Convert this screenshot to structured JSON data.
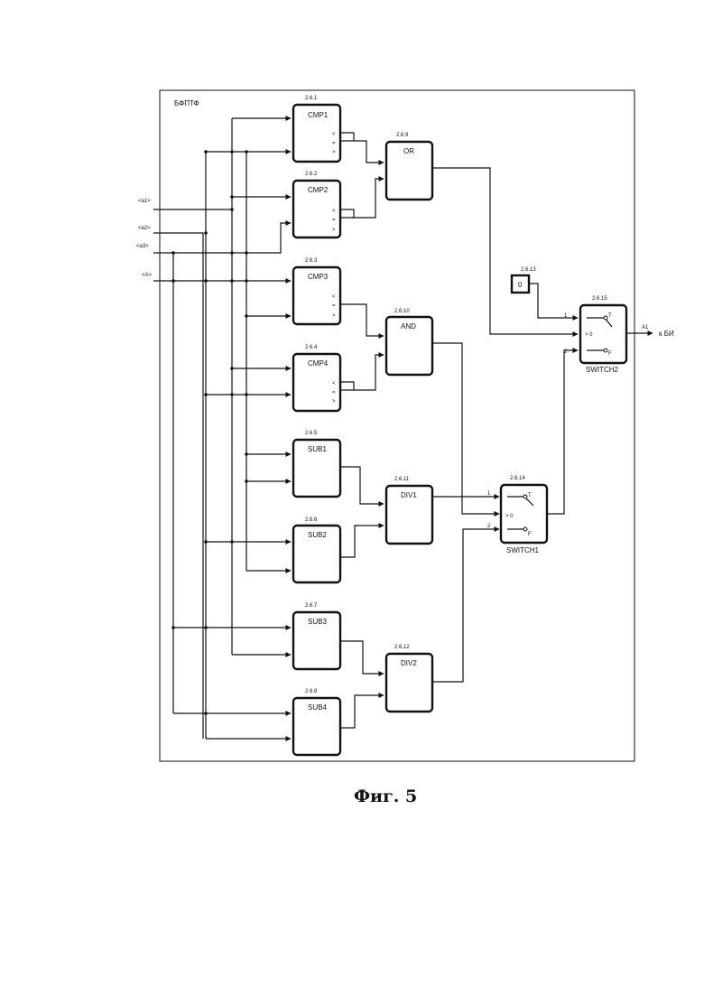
{
  "frame_title": "БФПТФ",
  "inputs": {
    "a1": "<a1>",
    "a2": "<a2>",
    "a3": "<a3>",
    "A": "<A>"
  },
  "blocks": {
    "cmp1": {
      "ref": "2.6.1",
      "name": "CMP1"
    },
    "cmp2": {
      "ref": "2.6.2",
      "name": "CMP2"
    },
    "cmp3": {
      "ref": "2.6.3",
      "name": "CMP3"
    },
    "cmp4": {
      "ref": "2.6.4",
      "name": "CMP4"
    },
    "sub1": {
      "ref": "2.6.5",
      "name": "SUB1"
    },
    "sub2": {
      "ref": "2.6.6",
      "name": "SUB2"
    },
    "sub3": {
      "ref": "2.6.7",
      "name": "SUB3"
    },
    "sub4": {
      "ref": "2.6.8",
      "name": "SUB4"
    },
    "or": {
      "ref": "2.6.9",
      "name": "OR"
    },
    "and": {
      "ref": "2.6.10",
      "name": "AND"
    },
    "div1": {
      "ref": "2.6.11",
      "name": "DIV1"
    },
    "div2": {
      "ref": "2.6.12",
      "name": "DIV2"
    },
    "const": {
      "ref": "2.6.13",
      "value": "0"
    },
    "switch1": {
      "ref": "2.6.14",
      "name": "SWITCH1"
    },
    "switch2": {
      "ref": "2.6.15",
      "name": "SWITCH2"
    }
  },
  "ports": {
    "lt": "<",
    "eq": "=",
    "gt": ">",
    "cond": "> 0",
    "t": "T",
    "f": "F",
    "p1": "1",
    "p2": "2"
  },
  "output": {
    "signal": "A1",
    "target": "к БИ"
  },
  "caption": "Фиг. 5"
}
